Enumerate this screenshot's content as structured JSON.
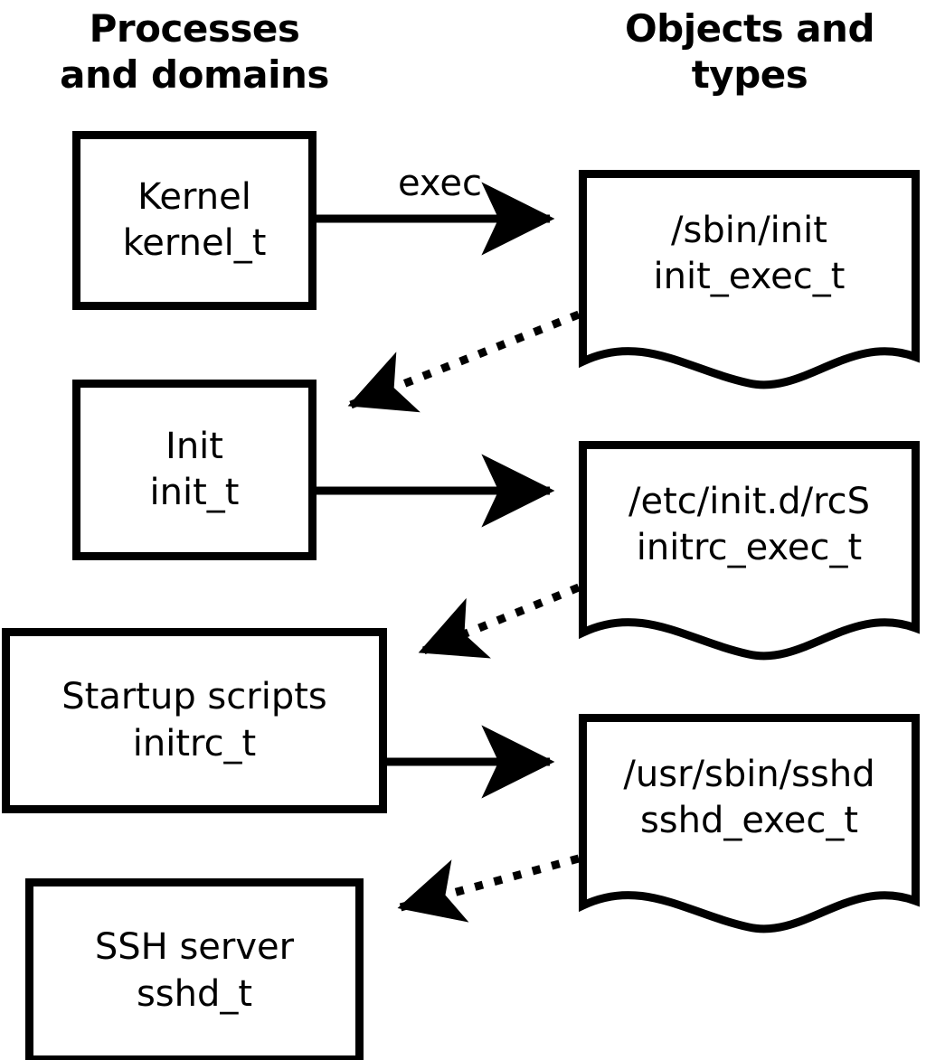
{
  "diagram": {
    "title_columns": {
      "processes": "Processes\nand domains",
      "objects": "Objects and\ntypes"
    },
    "ink_color": "#000000",
    "background_color": "#ffffff"
  },
  "processes": [
    {
      "id": "kernel",
      "name": "Kernel",
      "type": "kernel_t"
    },
    {
      "id": "init",
      "name": "Init",
      "type": "init_t"
    },
    {
      "id": "initrc",
      "name": "Startup scripts",
      "type": "initrc_t"
    },
    {
      "id": "sshd",
      "name": "SSH server",
      "type": "sshd_t"
    }
  ],
  "objects": [
    {
      "id": "init_exec",
      "path": "/sbin/init",
      "type": "init_exec_t"
    },
    {
      "id": "initrc_exec",
      "path": "/etc/init.d/rcS",
      "type": "initrc_exec_t"
    },
    {
      "id": "sshd_exec",
      "path": "/usr/sbin/sshd",
      "type": "sshd_exec_t"
    }
  ],
  "edges": [
    {
      "id": "e1",
      "from": "kernel",
      "to": "init_exec",
      "label": "exec",
      "style": "solid"
    },
    {
      "id": "e2",
      "from": "init_exec",
      "to": "init",
      "label": "",
      "style": "dotted"
    },
    {
      "id": "e3",
      "from": "init",
      "to": "initrc_exec",
      "label": "",
      "style": "solid"
    },
    {
      "id": "e4",
      "from": "initrc_exec",
      "to": "initrc",
      "label": "",
      "style": "dotted"
    },
    {
      "id": "e5",
      "from": "initrc",
      "to": "sshd_exec",
      "label": "",
      "style": "solid"
    },
    {
      "id": "e6",
      "from": "sshd_exec",
      "to": "sshd",
      "label": "",
      "style": "dotted"
    }
  ]
}
